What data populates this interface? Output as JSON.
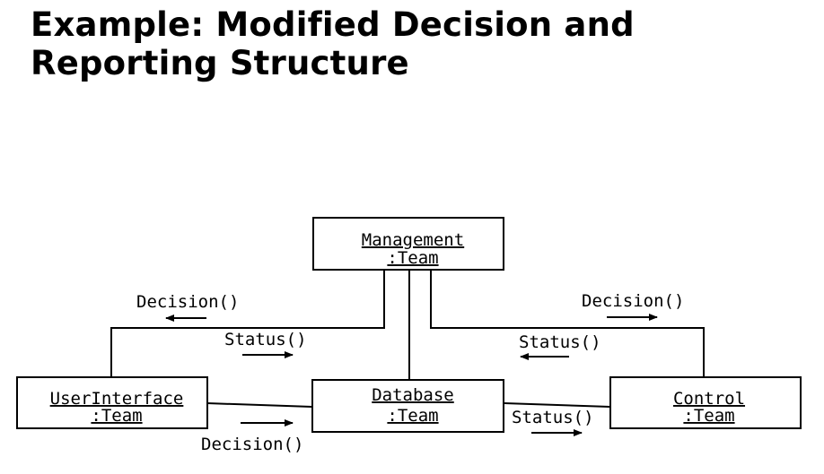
{
  "slide": {
    "title": "Example: Modified Decision and Reporting Structure"
  },
  "diagram": {
    "objects": [
      {
        "id": "management",
        "name": "Management",
        "class": ":Team"
      },
      {
        "id": "userinterface",
        "name": "UserInterface",
        "class": ":Team"
      },
      {
        "id": "database",
        "name": "Database",
        "class": ":Team"
      },
      {
        "id": "control",
        "name": "Control",
        "class": ":Team"
      }
    ],
    "messages": {
      "mgmt_to_ui": "Decision()",
      "ui_to_mgmt": "Status()",
      "mgmt_to_control": "Decision()",
      "control_to_mgmt": "Status()",
      "ui_to_db": "Decision()",
      "db_to_control": "Status()"
    }
  }
}
